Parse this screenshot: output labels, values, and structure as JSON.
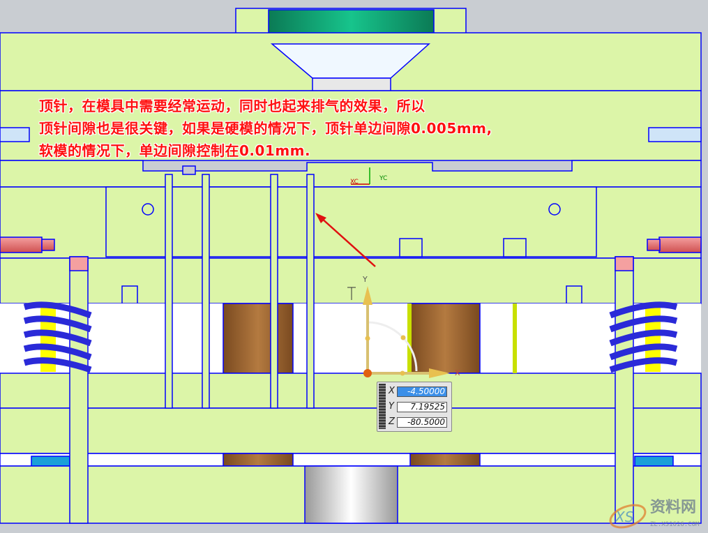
{
  "annotation": {
    "line1": "顶针，在模具中需要经常运动，同时也起来排气的效果，所以",
    "line2": "顶针间隙也是很关键，如果是硬模的情况下，顶针单边间隙0.005mm,",
    "line3": "软模的情况下，单边间隙控制在0.01mm."
  },
  "wcs_labels": {
    "xc": "XC",
    "yc": "YC"
  },
  "axis_labels": {
    "x": "X",
    "y": "Y"
  },
  "coordinate_input": {
    "x_label": "X",
    "x_value": "-4.50000",
    "y_label": "Y",
    "y_value": "7.19525",
    "z_label": "Z",
    "z_value": "-80.5000"
  },
  "watermark": {
    "brand": "资料网",
    "url": "ZL.XS1616.COM",
    "logo": "XS"
  },
  "colors": {
    "plate": "#dcf5a8",
    "outline": "#0000ff",
    "annotation": "#ff1010",
    "pillar": "#a8703a",
    "spring": "#2a2ad8",
    "locating_ring": "#12a878"
  }
}
